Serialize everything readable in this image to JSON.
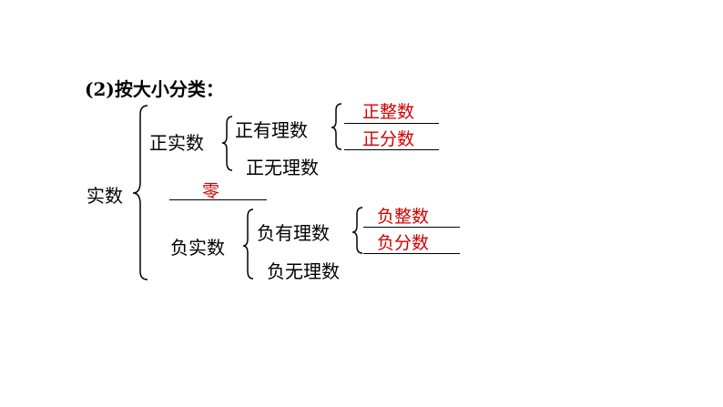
{
  "title": "(2)按大小分类：",
  "root": "实数",
  "positive": {
    "label": "正实数",
    "rational": {
      "label": "正有理数",
      "answers": [
        "正整数",
        "正分数"
      ]
    },
    "irrational": "正无理数"
  },
  "zero": "零",
  "negative": {
    "label": "负实数",
    "rational": {
      "label": "负有理数",
      "answers": [
        "负整数",
        "负分数"
      ]
    },
    "irrational": "负无理数"
  },
  "colors": {
    "text": "#000000",
    "answer": "#d00000"
  }
}
